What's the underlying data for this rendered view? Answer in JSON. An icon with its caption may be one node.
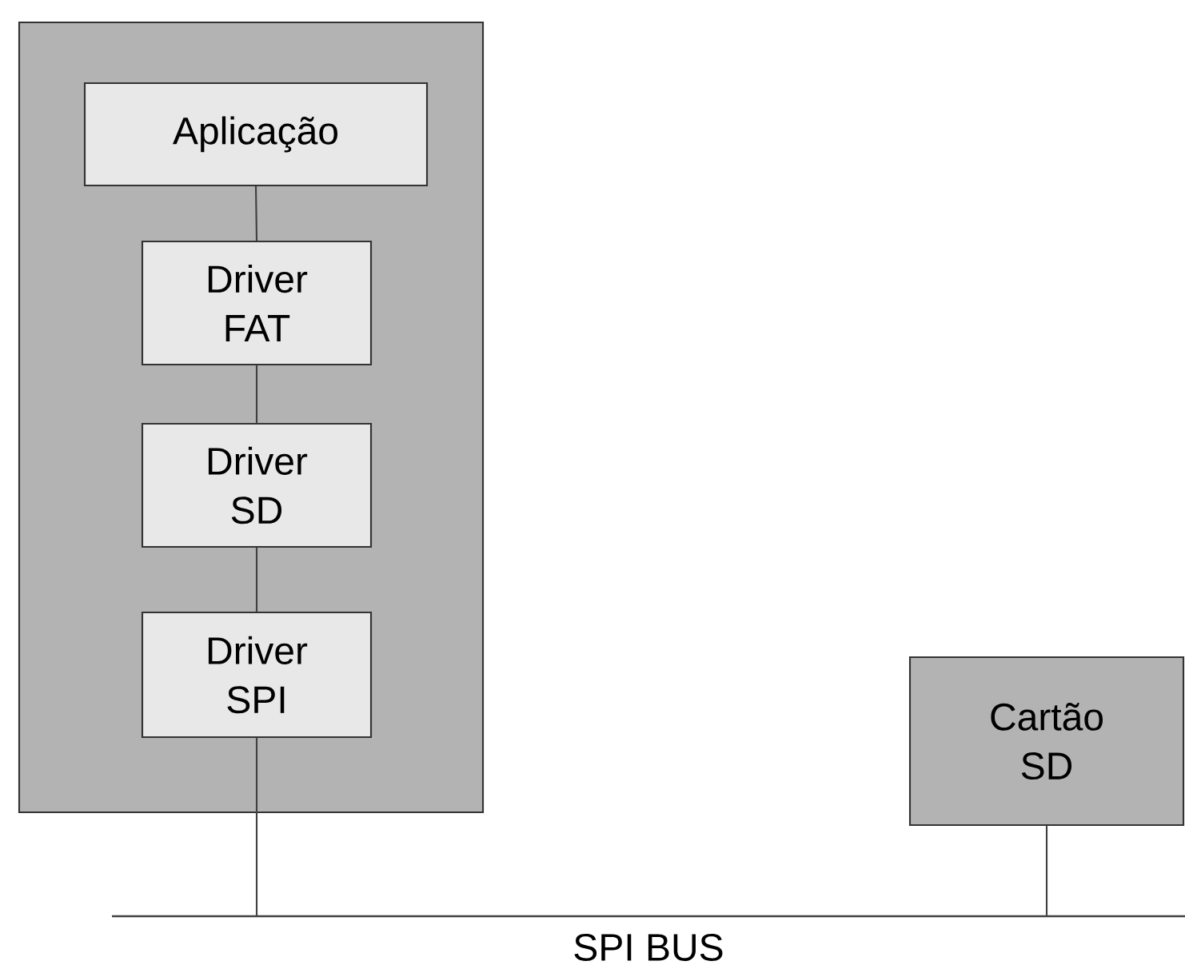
{
  "diagram": {
    "nodes": [
      {
        "text": [],
        "shape": "box"
      },
      {
        "text": [
          "Aplicação"
        ],
        "in": 0
      },
      {
        "text": [
          "Driver FAT"
        ],
        "in": 0
      },
      {
        "text": [
          "Driver SD"
        ],
        "in": 0
      },
      {
        "text": [
          "Driver SPI"
        ],
        "in": 0
      },
      {
        "text": [
          "Cartão SD"
        ]
      },
      {
        "text": [
          "SPI BUS"
        ]
      }
    ],
    "edges": [
      {
        "from": 1,
        "to": 2,
        "arrow": "none"
      },
      {
        "from": 2,
        "to": 3,
        "arrow": "none"
      },
      {
        "from": 3,
        "to": 4,
        "arrow": "none"
      },
      {
        "from": 4,
        "to": 6,
        "arrow": "none"
      },
      {
        "from": 5,
        "to": 6,
        "arrow": "none"
      }
    ]
  }
}
